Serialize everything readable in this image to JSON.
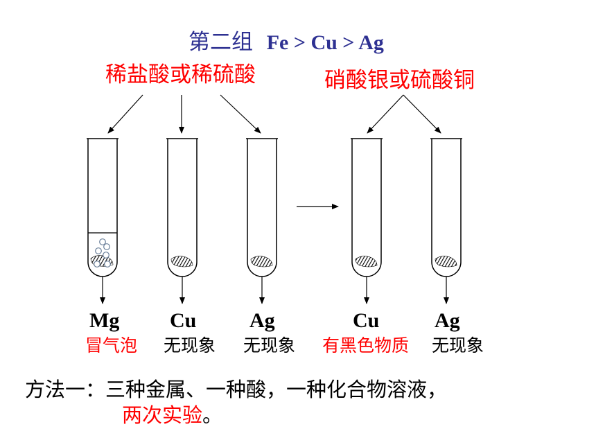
{
  "title": {
    "prefix": "第二组",
    "order": "Fe >  Cu  > Ag"
  },
  "reagent_acid": "稀盐酸或稀硫酸",
  "reagent_salt": "硝酸银或硫酸铜",
  "tubes": [
    {
      "metal": "Mg",
      "observation": "冒气泡"
    },
    {
      "metal": "Cu",
      "observation": "无现象"
    },
    {
      "metal": "Ag",
      "observation": "无现象"
    },
    {
      "metal": "Cu",
      "observation": "有黑色物质"
    },
    {
      "metal": "Ag",
      "observation": "无现象"
    }
  ],
  "conclusion": {
    "line1": "方法一：三种金属、一种酸，一种化合物溶液，",
    "line2": "两次实验",
    "end": "。"
  },
  "colors": {
    "title": "#2e3192",
    "highlight": "#ff0000",
    "ink": "#000000"
  }
}
